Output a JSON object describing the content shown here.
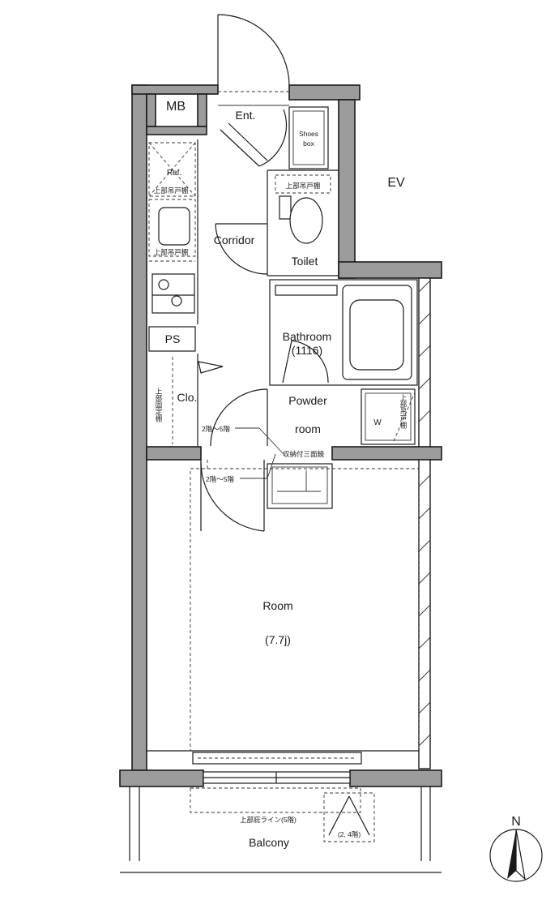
{
  "labels": {
    "mb": "MB",
    "ent": "Ent.",
    "shoes_box_1": "Shoes",
    "shoes_box_2": "box",
    "ev": "EV",
    "ref": "Ref.",
    "upper_cabinet_a": "上部吊戸棚",
    "upper_cabinet_b": "上部吊戸棚",
    "upper_cabinet_c": "上部吊戸棚",
    "corridor": "Corridor",
    "toilet": "Toilet",
    "ps": "PS",
    "bathroom": "Bathroom",
    "bathroom_size": "(1116)",
    "clo": "Clo.",
    "upper_fixed_shelf": "上部固定棚",
    "powder_room_1": "Powder",
    "powder_room_2": "room",
    "washer": "W",
    "upper_cabinet_w": "上部吊戸棚",
    "floor_note_a": "2階～5階",
    "floor_note_b": "2階～5階",
    "storage_mirror": "収納付三面鏡",
    "room": "Room",
    "room_size": "(7.7j)",
    "eave_line": "上部庇ライン(5階)",
    "floor_24": "(2, 4階)",
    "balcony": "Balcony",
    "north": "N"
  }
}
